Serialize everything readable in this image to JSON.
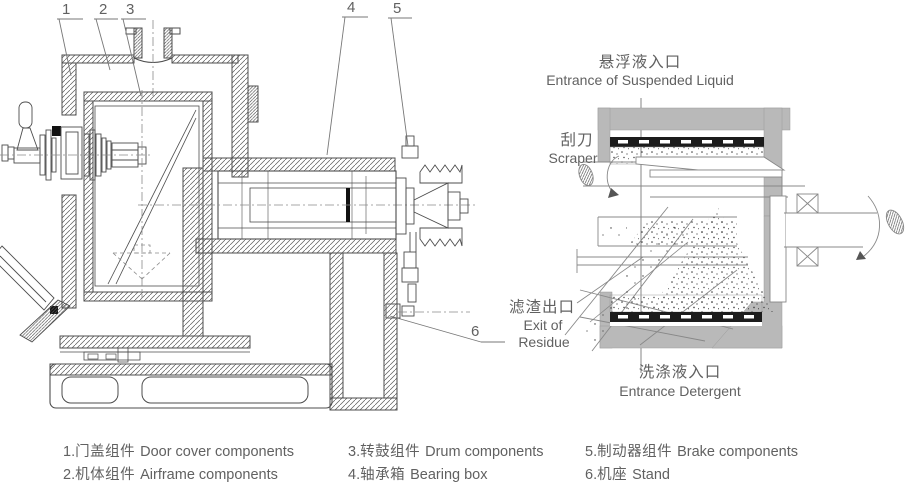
{
  "figure": {
    "type": "engineering-cross-section-and-flow-schematic",
    "subject": "scraper discharge centrifuge"
  },
  "callouts": [
    "1",
    "2",
    "3",
    "4",
    "5",
    "6"
  ],
  "schematic_labels": {
    "suspension_inlet_zh": "悬浮液入口",
    "suspension_inlet_en": "Entrance of Suspended Liquid",
    "scraper_zh": "刮刀",
    "scraper_en": "Scraper",
    "residue_exit_zh": "滤渣出口",
    "residue_exit_en_line1": "Exit of",
    "residue_exit_en_line2": "Residue",
    "detergent_inlet_zh": "洗涤液入口",
    "detergent_inlet_en": "Entrance Detergent"
  },
  "legend": {
    "items": [
      {
        "num": "1.",
        "zh": "门盖组件",
        "en": "Door cover components"
      },
      {
        "num": "2.",
        "zh": "机体组件",
        "en": "Airframe components"
      },
      {
        "num": "3.",
        "zh": "转鼓组件",
        "en": "Drum components"
      },
      {
        "num": "4.",
        "zh": "轴承箱",
        "en": "Bearing box"
      },
      {
        "num": "5.",
        "zh": "制动器组件",
        "en": "Brake components"
      },
      {
        "num": "6.",
        "zh": "机座",
        "en": "Stand"
      }
    ]
  },
  "colors": {
    "line": "#4d4d4d",
    "text": "#616161",
    "casing_gray": "#b9b9b9",
    "screen_black": "#1c1c1c",
    "background": "#ffffff"
  }
}
